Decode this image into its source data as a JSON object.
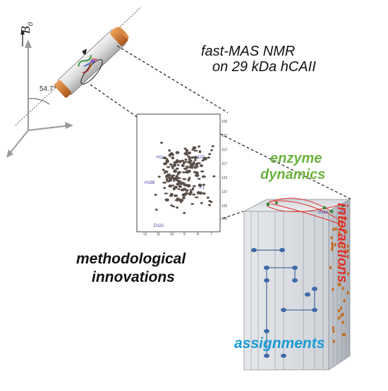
{
  "title": {
    "line1": "fast-MAS NMR",
    "line2": "on 29 kDa hCAII"
  },
  "field_label": "B",
  "field_subscript": "0",
  "magic_angle": "54.7°",
  "labels": {
    "enzyme_line1": "enzyme",
    "enzyme_line2": "dynamics",
    "methodological_line1": "methodological",
    "methodological_line2": "innovations",
    "assignments": "assignments",
    "interactions": "interactions"
  },
  "spectrum_peak_labels": [
    "H11",
    "Y102",
    "H189",
    "F1",
    "D110"
  ],
  "cube_peak_labels": [
    "D110",
    "H1"
  ],
  "spectrum_axis_ticks": [
    "102",
    "107",
    "112",
    "117",
    "122",
    "127",
    "132",
    "136"
  ],
  "spectrum_bottom_ticks": [
    "12",
    "11",
    "10",
    "9",
    "8",
    "7"
  ],
  "colors": {
    "enzyme": "#6cb33f",
    "assignments": "#1a9bd6",
    "interactions": "#e0312b",
    "rotor_cap": "#c5691c",
    "peaks": "#5b504a",
    "cube_peaks": "#3e6aa8"
  }
}
